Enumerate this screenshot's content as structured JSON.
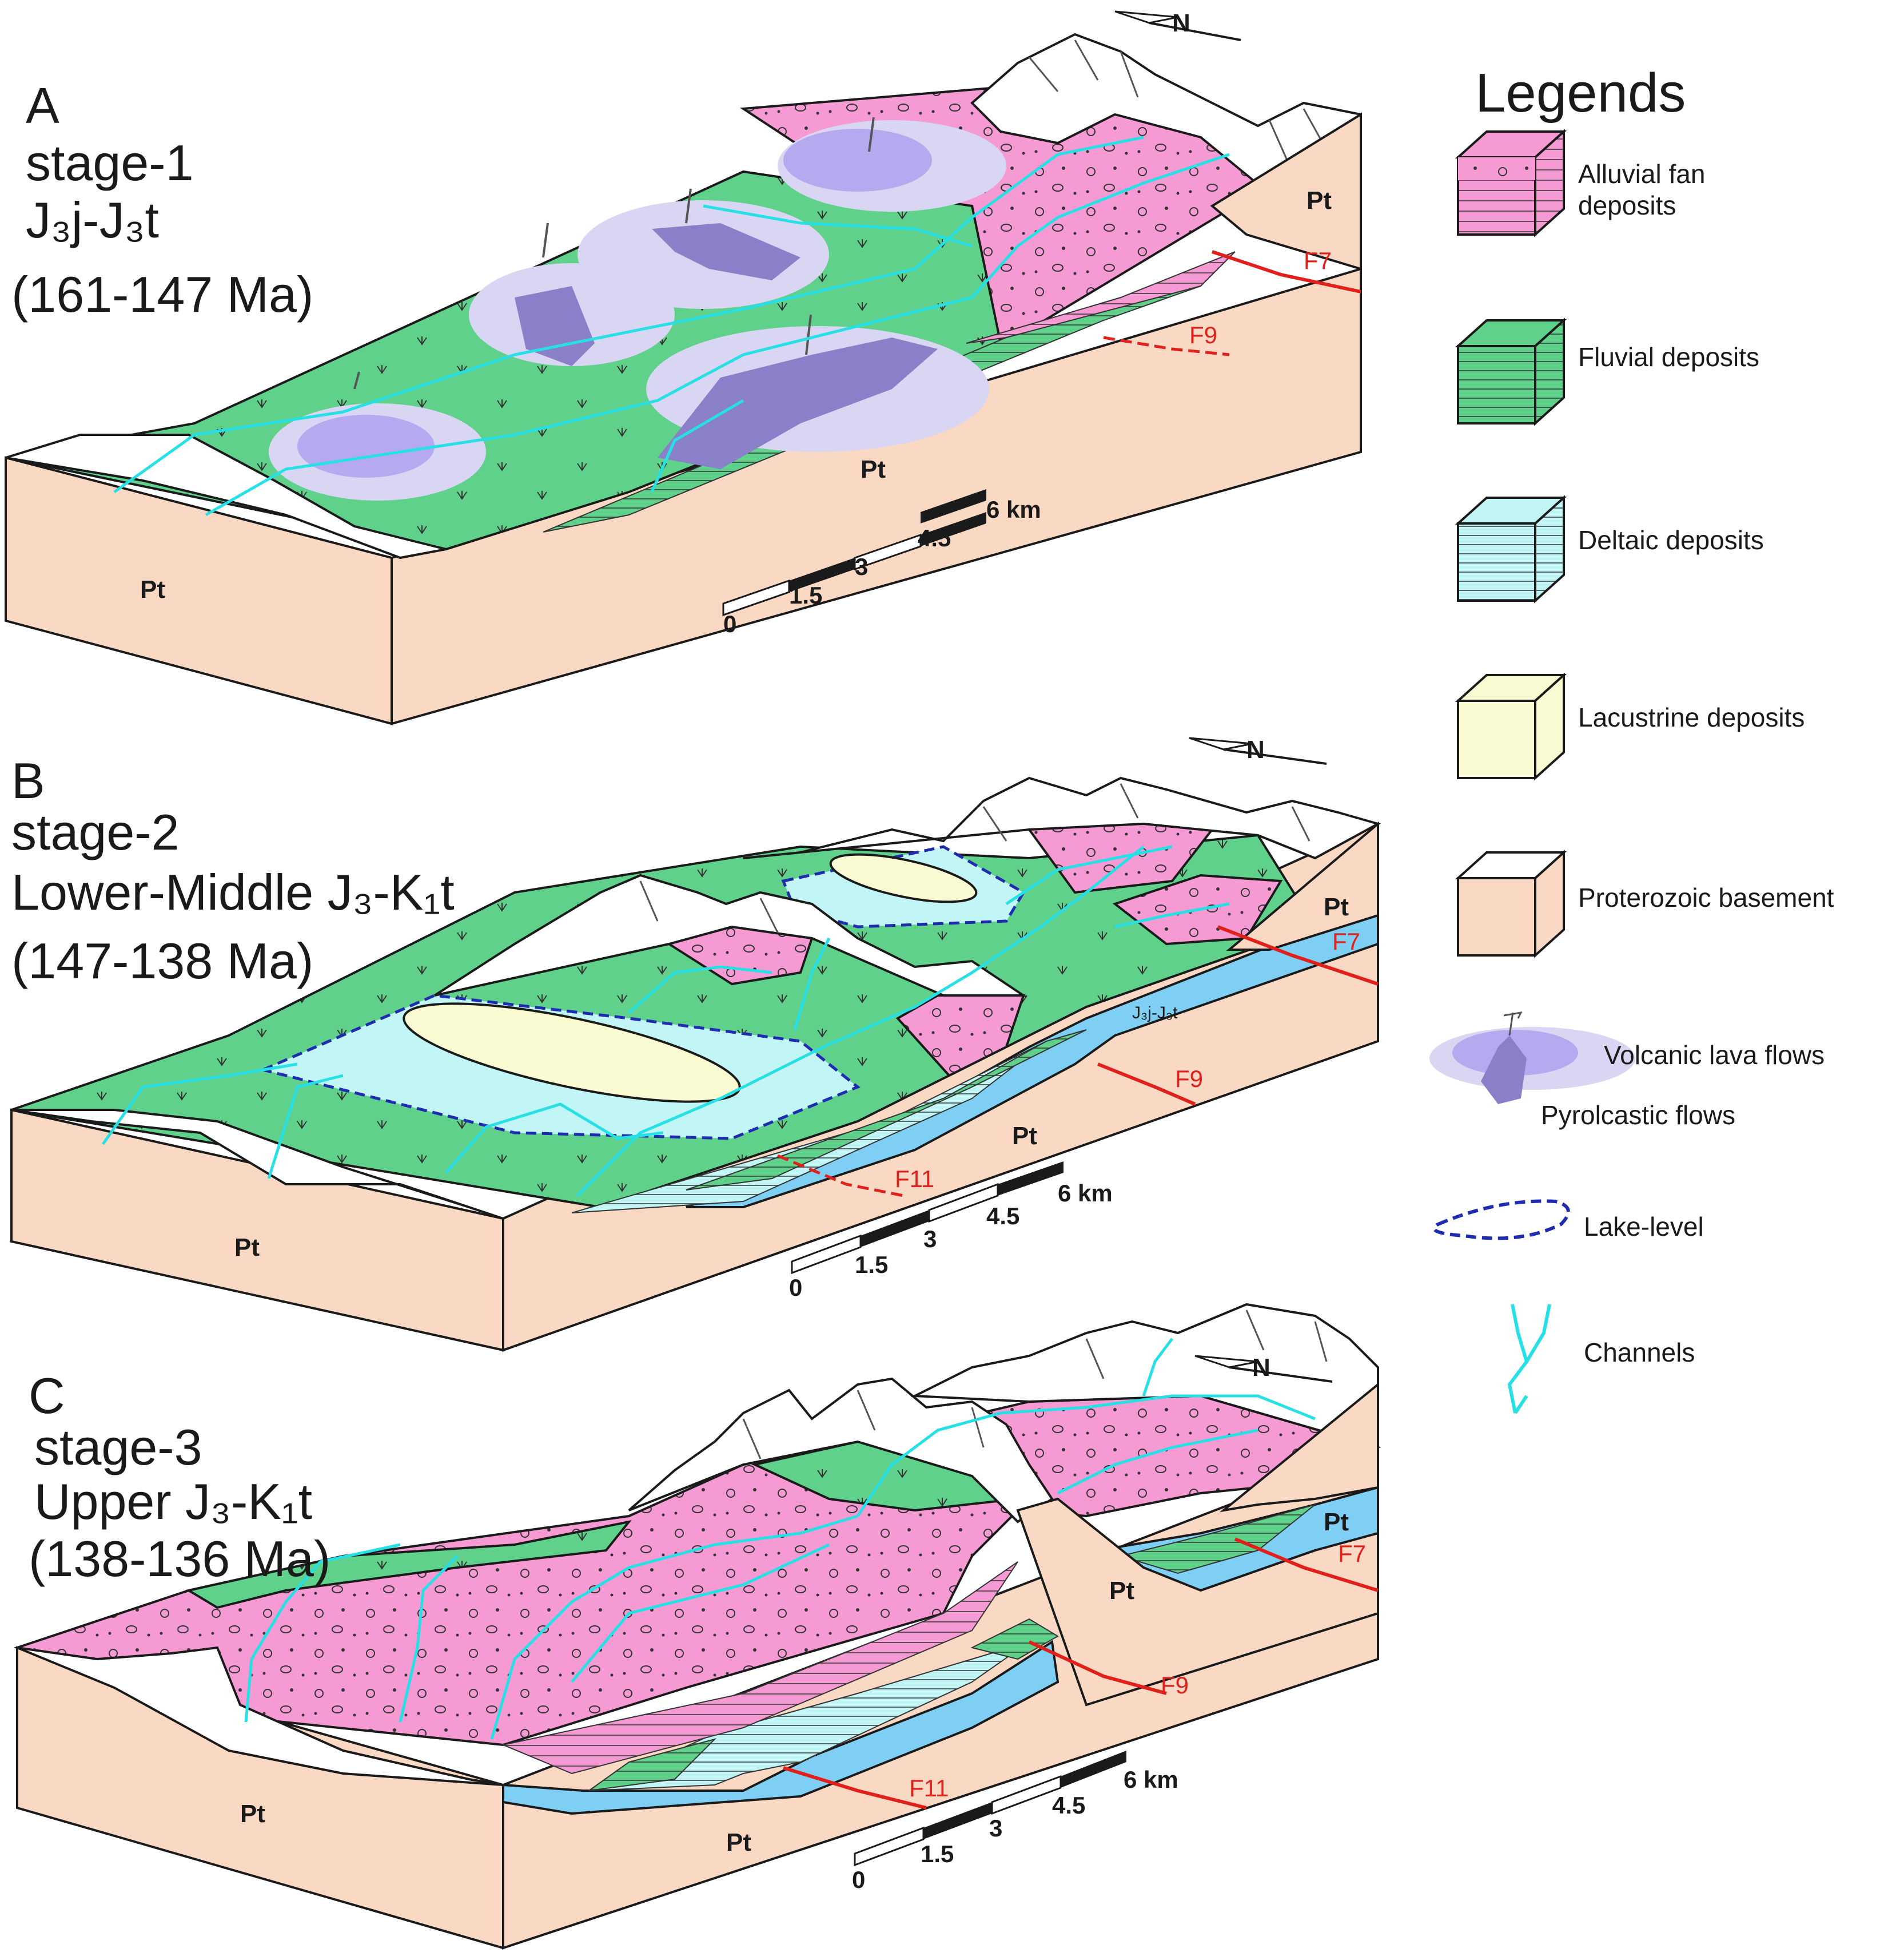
{
  "colors": {
    "alluvial": "#f59ad2",
    "fluvial": "#5fd18b",
    "deltaic": "#c2f5f5",
    "lacustrine": "#fafad2",
    "basement": "#f9d9c4",
    "lava": "#b7a9f0",
    "pyroclastic": "#8a80c9",
    "lake_level": "#1f2bb0",
    "channel": "#26e0e6",
    "fault": "#e0201a",
    "jj_unit": "#7fcff5"
  },
  "panels": [
    {
      "letter": "A",
      "stage": "stage-1",
      "formation_html": "J₃j-J₃t",
      "age": "(161-147 Ma)",
      "basement_labels": [
        "Pt",
        "Pt",
        "Pt"
      ],
      "faults": [
        "F7",
        "F9"
      ],
      "scale": {
        "ticks": [
          "0",
          "1.5",
          "3",
          "4.5"
        ],
        "end": "6 km"
      }
    },
    {
      "letter": "B",
      "stage": "stage-2",
      "formation_html": "Lower-Middle J₃-K₁t",
      "age": "(147-138 Ma)",
      "basement_labels": [
        "Pt",
        "Pt",
        "Pt"
      ],
      "unit_label": "J₃j-J₃t",
      "faults": [
        "F7",
        "F9",
        "F11"
      ],
      "scale": {
        "ticks": [
          "0",
          "1.5",
          "3",
          "4.5"
        ],
        "end": "6 km"
      }
    },
    {
      "letter": "C",
      "stage": "stage-3",
      "formation_html": "Upper J₃-K₁t",
      "age": "(138-136 Ma)",
      "basement_labels": [
        "Pt",
        "Pt",
        "Pt",
        "Pt"
      ],
      "faults": [
        "F7",
        "F9",
        "F11"
      ],
      "scale": {
        "ticks": [
          "0",
          "1.5",
          "3",
          "4.5"
        ],
        "end": "6 km"
      }
    }
  ],
  "legend": {
    "title": "Legends",
    "items": [
      {
        "label_1": "Alluvial fan",
        "label_2": "deposits"
      },
      {
        "label": "Fluvial deposits"
      },
      {
        "label": "Deltaic deposits"
      },
      {
        "label": "Lacustrine deposits"
      },
      {
        "label": "Proterozoic basement"
      },
      {
        "label_1": "Volcanic lava flows",
        "label_2": "Pyrolcastic flows"
      },
      {
        "label": "Lake-level"
      },
      {
        "label": "Channels"
      }
    ]
  }
}
